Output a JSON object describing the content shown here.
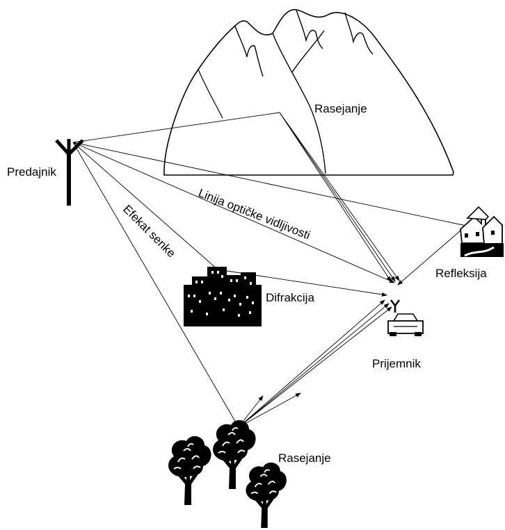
{
  "labels": {
    "transmitter": "Predajnik",
    "scattering_mountain": "Rasejanje",
    "line_of_sight": "Linija optičke vidljivosti",
    "shadow_effect": "Efekat senke",
    "diffraction": "Difrakcija",
    "reflection": "Refleksija",
    "receiver": "Prijemnik",
    "scattering_trees": "Rasejanje"
  },
  "colors": {
    "ink": "#000000",
    "background": "#ffffff"
  },
  "icons": [
    "antenna-icon",
    "mountains-icon",
    "city-buildings-icon",
    "houses-icon",
    "car-icon",
    "tree-icon"
  ]
}
